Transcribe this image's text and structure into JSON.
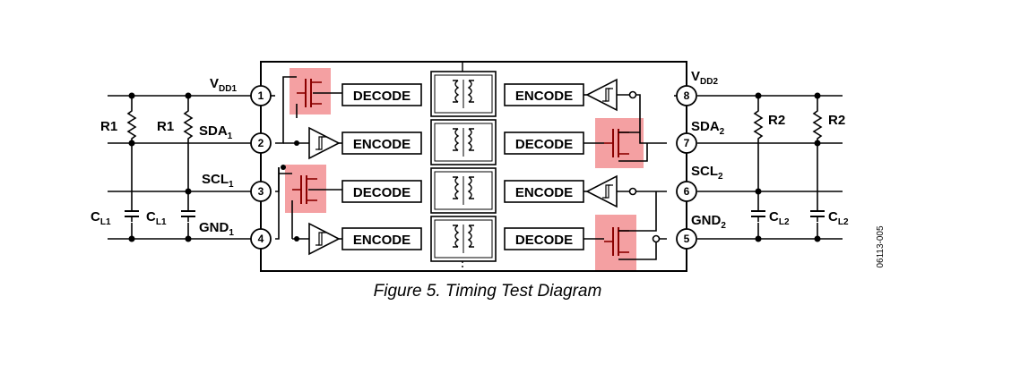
{
  "figure": {
    "caption": "Figure 5. Timing Test Diagram",
    "code": "06113-005"
  },
  "pins": {
    "p1": "1",
    "p2": "2",
    "p3": "3",
    "p4": "4",
    "p5": "5",
    "p6": "6",
    "p7": "7",
    "p8": "8"
  },
  "left_labels": {
    "vdd": "V",
    "vdd_sub": "DD1",
    "sda": "SDA",
    "sda_sub": "1",
    "scl": "SCL",
    "scl_sub": "1",
    "gnd": "GND",
    "gnd_sub": "1",
    "r_outer": "R1",
    "r_inner": "R1",
    "c_outer": "C",
    "c_outer_sub": "L1",
    "c_inner": "C",
    "c_inner_sub": "L1"
  },
  "right_labels": {
    "vdd": "V",
    "vdd_sub": "DD2",
    "sda": "SDA",
    "sda_sub": "2",
    "scl": "SCL",
    "scl_sub": "2",
    "gnd": "GND",
    "gnd_sub": "2",
    "r_inner": "R2",
    "r_outer": "R2",
    "c_inner": "C",
    "c_inner_sub": "L2",
    "c_outer": "C",
    "c_outer_sub": "L2"
  },
  "blocks": {
    "row1_left": "DECODE",
    "row1_right": "ENCODE",
    "row2_left": "ENCODE",
    "row2_right": "DECODE",
    "row3_left": "DECODE",
    "row3_right": "ENCODE",
    "row4_left": "ENCODE",
    "row4_right": "DECODE"
  },
  "colors": {
    "highlight": "#f4a0a2",
    "transistor": "#8b0000",
    "line": "#000000"
  }
}
